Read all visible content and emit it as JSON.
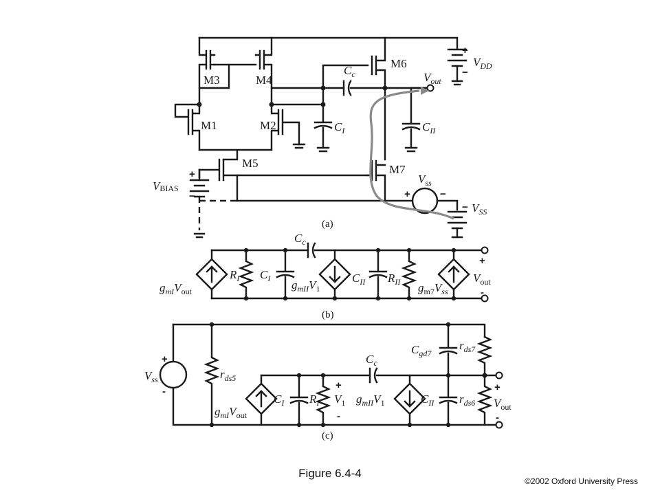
{
  "figure": {
    "title": "Figure 6.4-4",
    "copyright": "©2002 Oxford University Press"
  },
  "panel_a": {
    "caption": "(a)",
    "labels": {
      "m3": "M3",
      "m4": "M4",
      "m6": "M6",
      "m1": "M1",
      "m2": "M2",
      "m5": "M5",
      "m7": "M7",
      "cc": "C",
      "cc_sub": "c",
      "ci": "C",
      "ci_sub": "I",
      "cii": "C",
      "cii_sub": "II",
      "vdd": "V",
      "vdd_sub": "DD",
      "vout": "V",
      "vout_sub": "out",
      "vss_src": "V",
      "vss_src_sub": "ss",
      "vss": "V",
      "vss_sub": "SS",
      "vbias": "V",
      "vbias_sub": "BIAS",
      "plus": "+",
      "minus": "−"
    }
  },
  "panel_b": {
    "caption": "(b)",
    "labels": {
      "cc": "C",
      "cc_sub": "c",
      "gmi": "g",
      "gmi_sub1": "mI",
      "gmi_v": "V",
      "gmi_sub2": "out",
      "ri": "R",
      "ri_sub": "I",
      "ci": "C",
      "ci_sub": "I",
      "gmii": "g",
      "gmii_sub1": "mII",
      "gmii_v": "V",
      "gmii_sub2": "1",
      "cii": "C",
      "cii_sub": "II",
      "rii": "R",
      "rii_sub": "II",
      "gm7": "g",
      "gm7_sub1": "m7",
      "gm7_v": "V",
      "gm7_sub2": "ss",
      "vout": "V",
      "vout_sub": "out",
      "plus": "+",
      "minus": "-"
    }
  },
  "panel_c": {
    "caption": "(c)",
    "labels": {
      "vss": "V",
      "vss_sub": "ss",
      "rds5": "r",
      "rds5_sub": "ds5",
      "gmi": "g",
      "gmi_sub1": "mI",
      "gmi_v": "V",
      "gmi_sub2": "out",
      "ci": "C",
      "ci_sub": "I",
      "ri": "R",
      "ri_sub": "I",
      "v1": "V",
      "v1_sub": "1",
      "cc": "C",
      "cc_sub": "c",
      "gmii": "g",
      "gmii_sub1": "mII",
      "gmii_v": "V",
      "gmii_sub2": "1",
      "cii": "C",
      "cii_sub": "II",
      "cgd7": "C",
      "cgd7_sub": "gd7",
      "rds7": "r",
      "rds7_sub": "ds7",
      "rds6": "r",
      "rds6_sub": "ds6",
      "vout": "V",
      "vout_sub": "out",
      "plus": "+",
      "minus": "-"
    }
  }
}
